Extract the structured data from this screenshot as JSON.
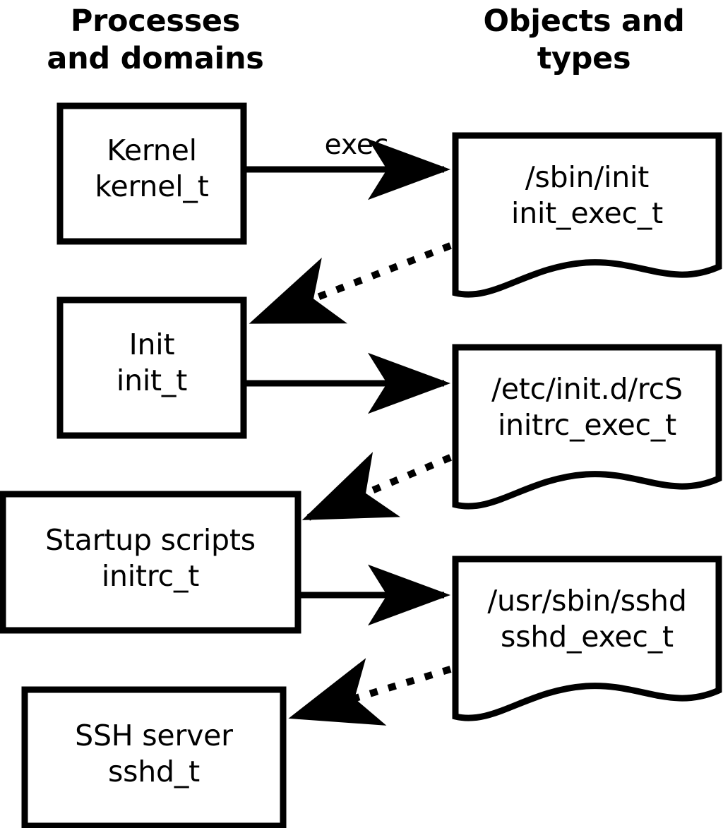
{
  "diagram": {
    "title_left": "Processes\nand domains",
    "title_right": "Objects and\ntypes",
    "stroke_color": "#000000",
    "background_color": "#ffffff"
  },
  "columns": {
    "left_header": "Processes\nand domains",
    "right_header": "Objects and\ntypes"
  },
  "process_nodes": [
    {
      "id": "kernel",
      "name": "Kernel",
      "type": "kernel_t",
      "label": "Kernel\nkernel_t"
    },
    {
      "id": "init",
      "name": "Init",
      "type": "init_t",
      "label": "Init\ninit_t"
    },
    {
      "id": "startup-scripts",
      "name": "Startup scripts",
      "type": "initrc_t",
      "label": "Startup scripts\ninitrc_t"
    },
    {
      "id": "ssh-server",
      "name": "SSH server",
      "type": "sshd_t",
      "label": "SSH server\nsshd_t"
    }
  ],
  "object_nodes": [
    {
      "id": "sbin-init",
      "path": "/sbin/init",
      "type": "init_exec_t",
      "label": "/sbin/init\ninit_exec_t"
    },
    {
      "id": "etc-initd-rcs",
      "path": "/etc/init.d/rcS",
      "type": "initrc_exec_t",
      "label": "/etc/init.d/rcS\ninitrc_exec_t"
    },
    {
      "id": "usr-sbin-sshd",
      "path": "/usr/sbin/sshd",
      "type": "sshd_exec_t",
      "label": "/usr/sbin/sshd\nsshd_exec_t"
    }
  ],
  "edges": [
    {
      "id": "kernel-exec-init",
      "from": "kernel",
      "to": "sbin-init",
      "style": "solid",
      "label": "exec"
    },
    {
      "id": "init-transition",
      "from": "sbin-init",
      "to": "init",
      "style": "dotted",
      "label": ""
    },
    {
      "id": "init-exec-rcs",
      "from": "init",
      "to": "etc-initd-rcs",
      "style": "solid",
      "label": ""
    },
    {
      "id": "initrc-transition",
      "from": "etc-initd-rcs",
      "to": "startup-scripts",
      "style": "dotted",
      "label": ""
    },
    {
      "id": "initrc-exec-sshd",
      "from": "startup-scripts",
      "to": "usr-sbin-sshd",
      "style": "solid",
      "label": ""
    },
    {
      "id": "sshd-transition",
      "from": "usr-sbin-sshd",
      "to": "ssh-server",
      "style": "dotted",
      "label": ""
    }
  ],
  "edge_labels": {
    "exec": "exec"
  }
}
